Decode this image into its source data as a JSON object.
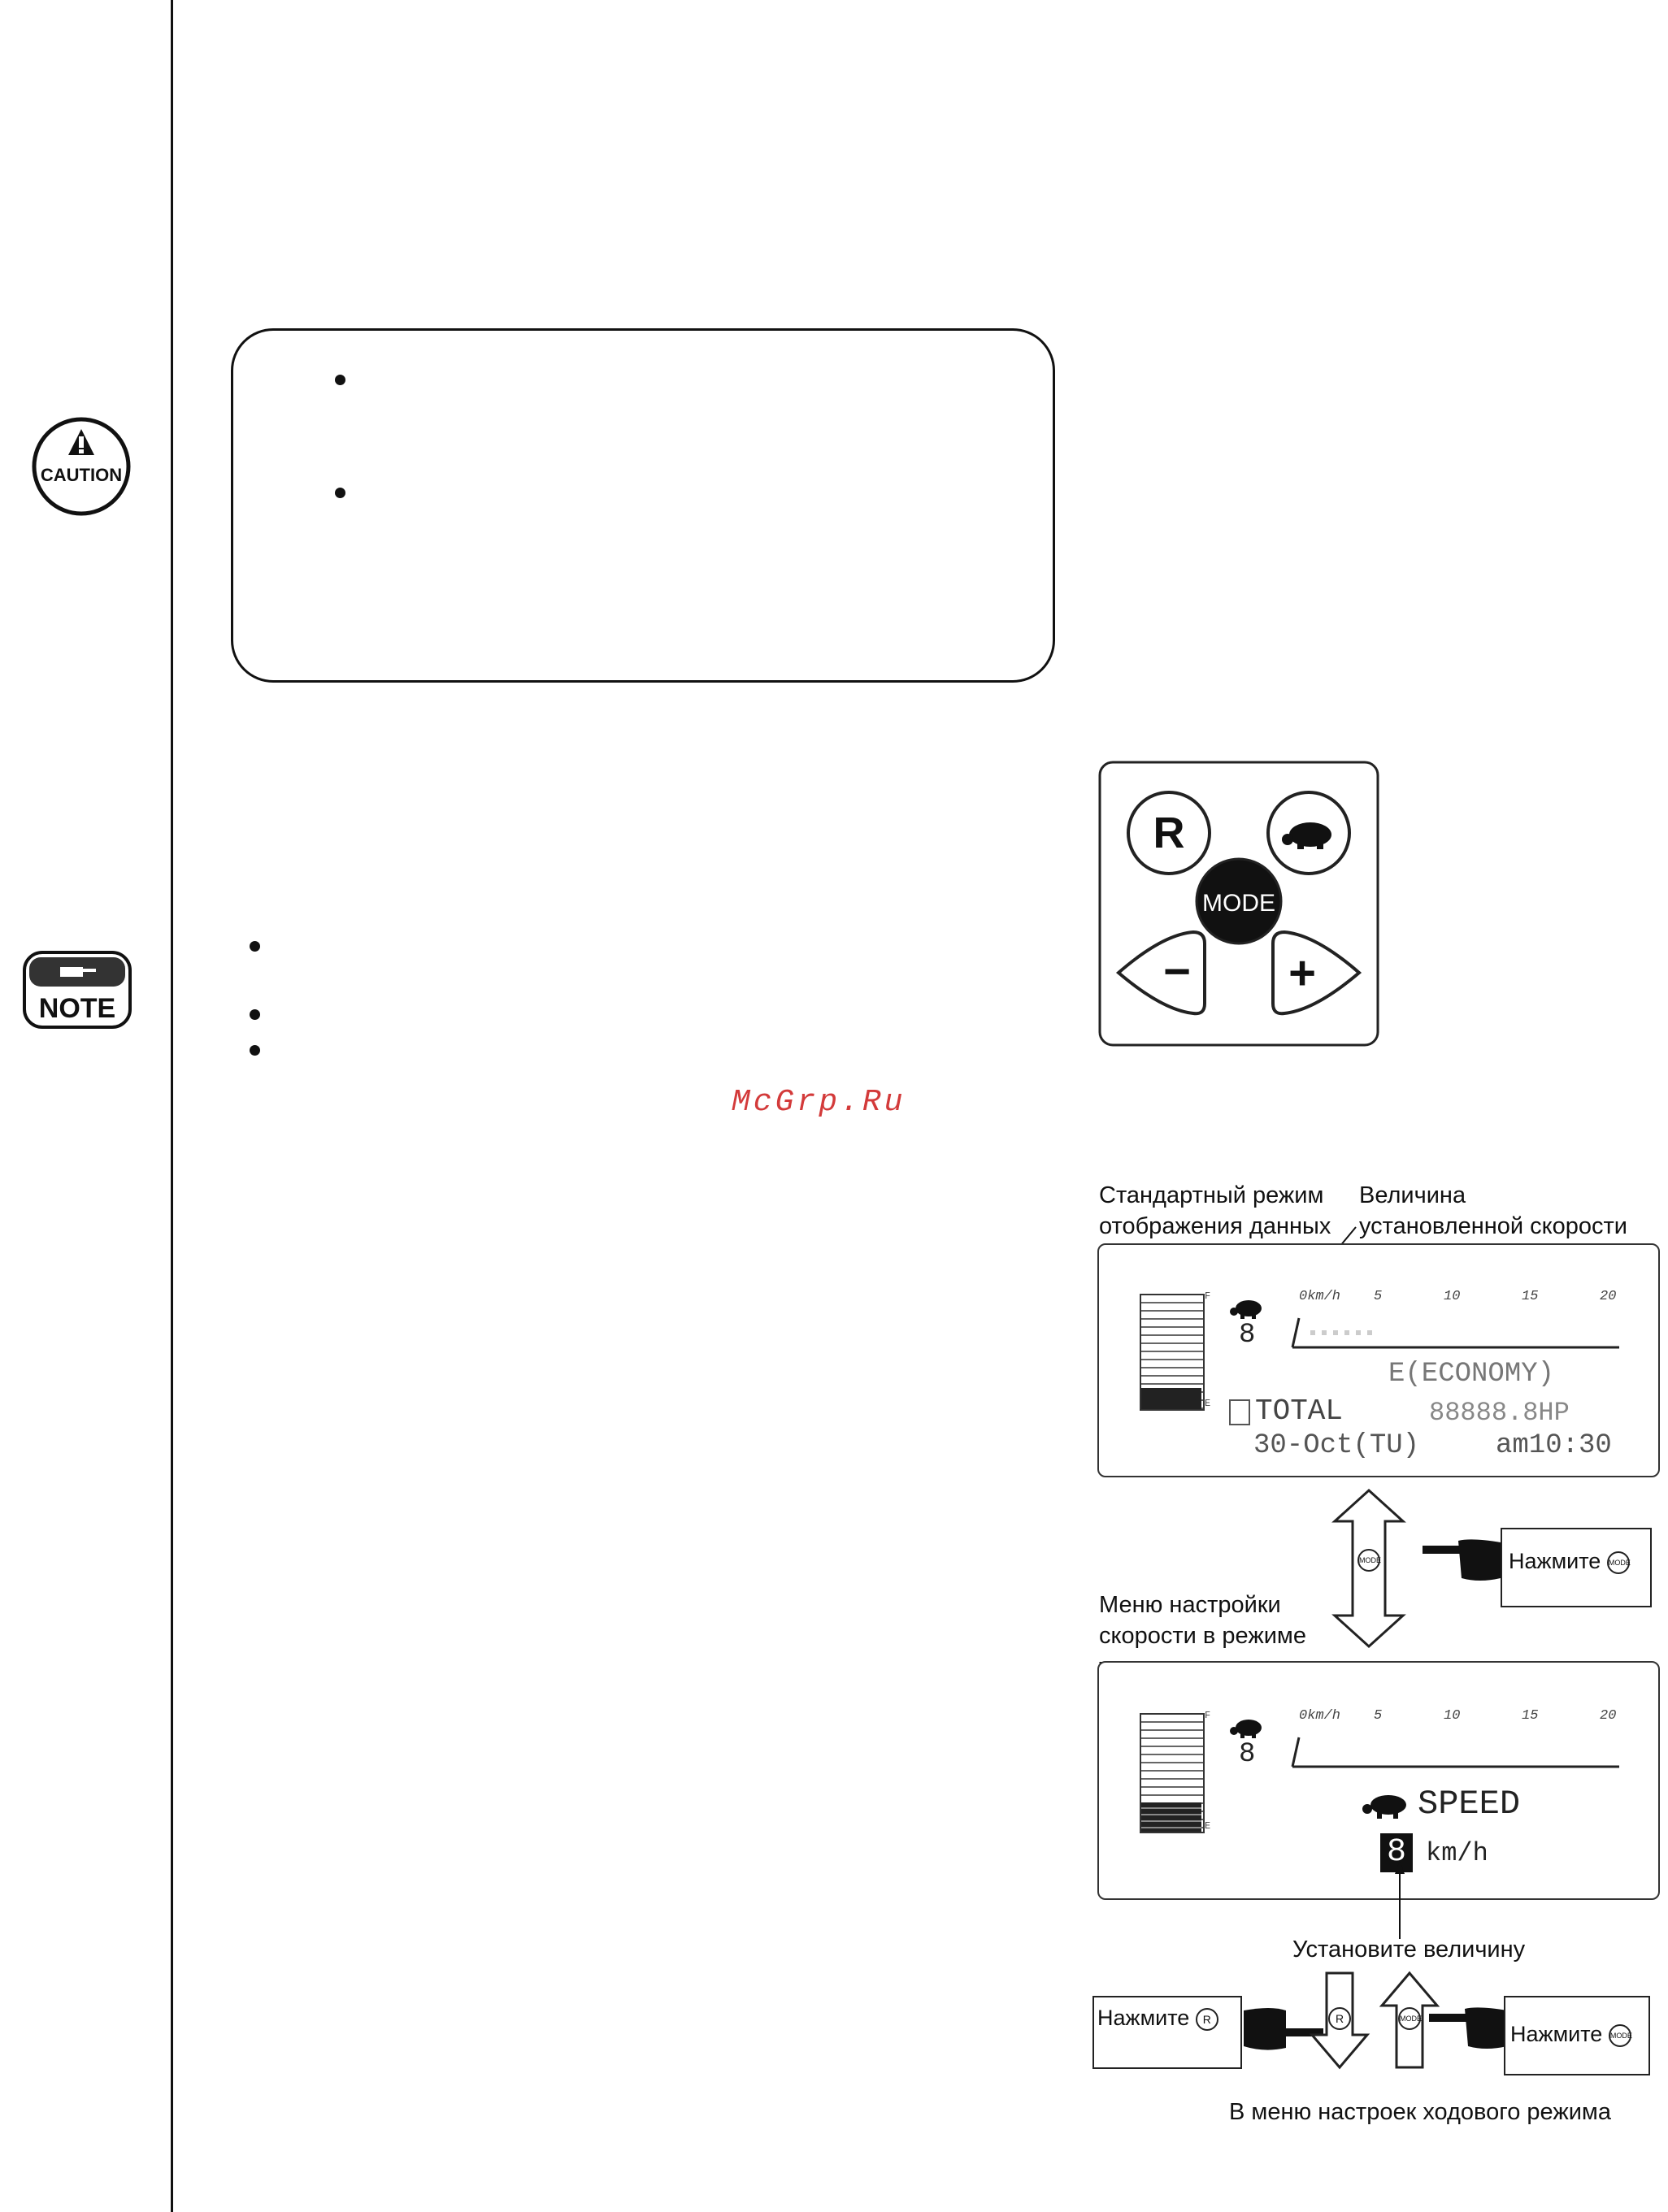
{
  "caution_icon": {
    "text": "CAUTION",
    "icon": "caution-triangle-icon"
  },
  "note_icon": {
    "text": "NOTE",
    "icon": "note-pointing-hand-icon"
  },
  "watermark": "McGrp.Ru",
  "keypad": {
    "r_label": "R",
    "mode_label": "MODE",
    "minus_label": "−",
    "plus_label": "+"
  },
  "labels": {
    "standard_mode": "Стандартный режим отображения данных",
    "set_speed_value": "Величина установленной скорости",
    "slow_speed_menu": "Меню настройки скорости в режиме тихого хода",
    "set_value": "Установите величину",
    "travel_menu": "В меню настроек ходового режима",
    "press": "Нажмите"
  },
  "screen1": {
    "scale": [
      "0km/h",
      "5",
      "10",
      "15",
      "20"
    ],
    "turtle_value": "8",
    "mode_text": "E(ECONOMY)",
    "total_label": "TOTAL",
    "total_value": "88888.8HP",
    "date": "30-Oct(TU)",
    "time": "am10:30",
    "fuel_f": "F",
    "fuel_e": "E"
  },
  "screen2": {
    "scale": [
      "0km/h",
      "5",
      "10",
      "15",
      "20"
    ],
    "turtle_value": "8",
    "speed_label": "SPEED",
    "speed_value": "8",
    "speed_unit": "km/h",
    "fuel_f": "F",
    "fuel_e": "E"
  },
  "mini_buttons": {
    "mode": "MODE",
    "r": "R"
  },
  "colors": {
    "watermark": "#d33a3a",
    "ink": "#111111"
  }
}
